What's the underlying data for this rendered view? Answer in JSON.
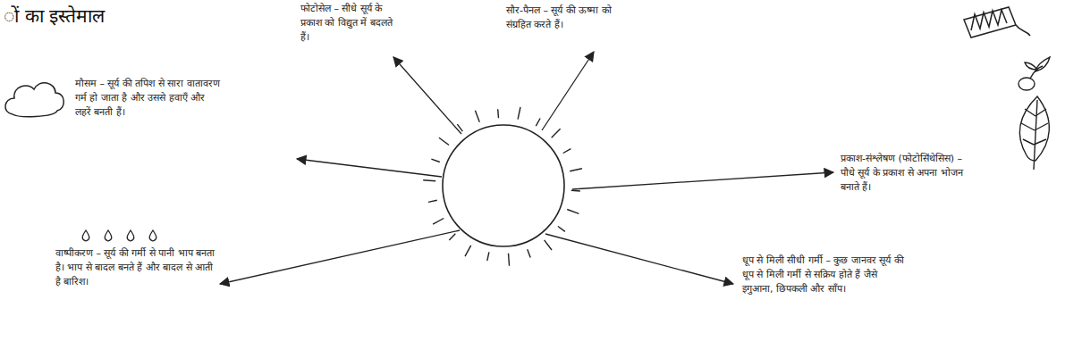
{
  "diagram": {
    "title": "ों का इस्तेमाल",
    "labels": [
      "फोटोसेल – सीधे सूर्य के प्रकाश को विद्युत में बदलते हैं।",
      "सौर-पैनल – सूर्य की ऊष्मा को संग्रहित करते हैं।",
      "मौसम – सूर्य की तपिश से सारा वातावरण गर्म हो जाता है और उससे हवाएँ और लहरें बनती हैं।",
      "प्रकाश-संश्लेषण (फोटोसिंथेसिस) – पौधे सूर्य के प्रकाश से अपना भोजन बनाते हैं।",
      "वाष्पीकरण – सूर्य की गर्मी से पानी भाप बनता है। भाप से बादल बनते हैं और बादल से आती है बारिश।",
      "धूप से मिली सीधी गर्मी – कुछ जानवर सूर्य की धूप से मिली गर्मी से सक्रिय होते हैं जैसे इगुआना, छिपकली और साँप।"
    ]
  }
}
